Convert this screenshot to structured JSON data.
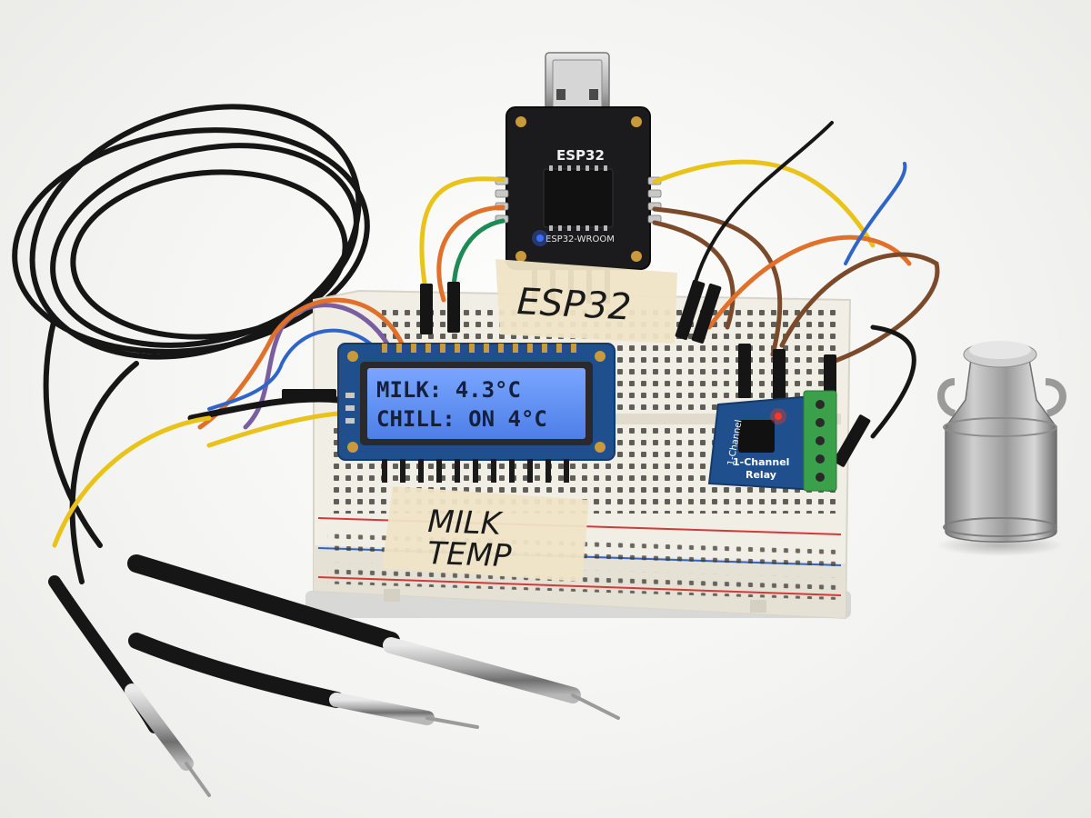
{
  "colors": {
    "background": "#f4f4f2",
    "pcb_black": "#1b1b1d",
    "pcb_blue": "#1f4f8c",
    "lcd_backlight": "#5c8ff2",
    "lcd_text": "#15203d",
    "breadboard": "#f1eee6",
    "relay_terminal": "#3aa04a",
    "wire_yellow": "#e9c31a",
    "wire_orange": "#e0702a",
    "wire_green": "#1e8a55",
    "wire_purple": "#7a5fa0",
    "wire_brown": "#7b4a2a",
    "wire_black": "#161616",
    "led_blue": "#3b6cff",
    "led_red": "#ff3a1f"
  },
  "esp32": {
    "chip_label": "ESP32",
    "module_label": "ESP32-WROOM",
    "tape_label": "ESP32"
  },
  "lcd": {
    "line1": "MILK: 4.3°C",
    "line2": "CHILL: ON 4°C"
  },
  "breadboard": {
    "tape_line1": "MILK",
    "tape_line2": "TEMP"
  },
  "relay": {
    "side_label": "1-Channel",
    "label_line1": "1-Channel",
    "label_line2": "Relay"
  },
  "icons": {
    "usb": "usb-connector-icon",
    "probe": "temperature-probe-icon",
    "can": "milk-can-icon"
  }
}
